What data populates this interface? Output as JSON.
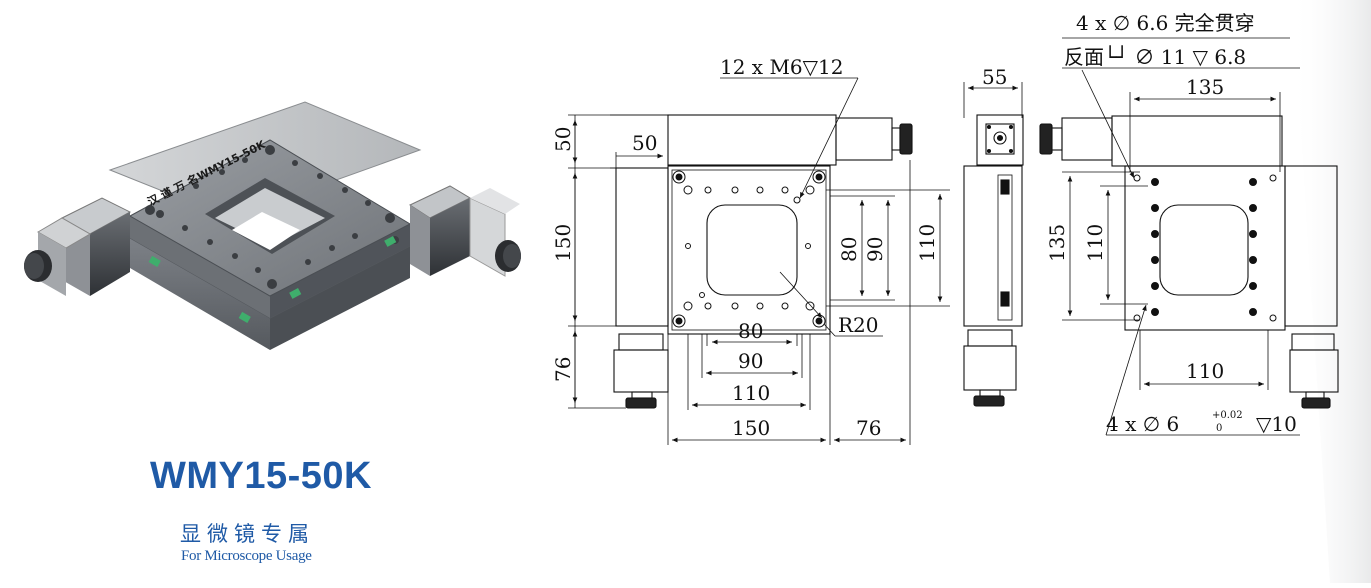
{
  "product": {
    "model": "WMY15-50K",
    "title_cn": "显微镜专属",
    "title_en": "For Microscope Usage",
    "engraving": "汉 谨 万 名WMY15-50K",
    "accent_color": "#1f5aa6"
  },
  "front_view": {
    "callout_tapped": "12 x  M6▽12",
    "dim_top_offset": "50",
    "dim_height_left": "50",
    "dim_body": "150",
    "dim_motor": "76",
    "dim_right_110": "110",
    "dim_80v": "80",
    "dim_90v": "90",
    "dim_radius": "R20",
    "dim_80h": "80",
    "dim_90h": "90",
    "dim_110h": "110",
    "dim_150h": "150",
    "dim_76h": "76"
  },
  "side_view": {
    "dim_width": "55"
  },
  "top_view": {
    "callout_through": "4 x  ∅  6.6 完全贯穿",
    "callout_counterbore": "反面└┘  ∅  11  ▽  6.8",
    "dim_135h": "135",
    "dim_135v": "135",
    "dim_110v": "110",
    "dim_110h": "110",
    "callout_pin": "4 x  ∅  6",
    "tol_upper": "+0.02",
    "tol_lower": "0",
    "pin_depth": "▽10"
  }
}
